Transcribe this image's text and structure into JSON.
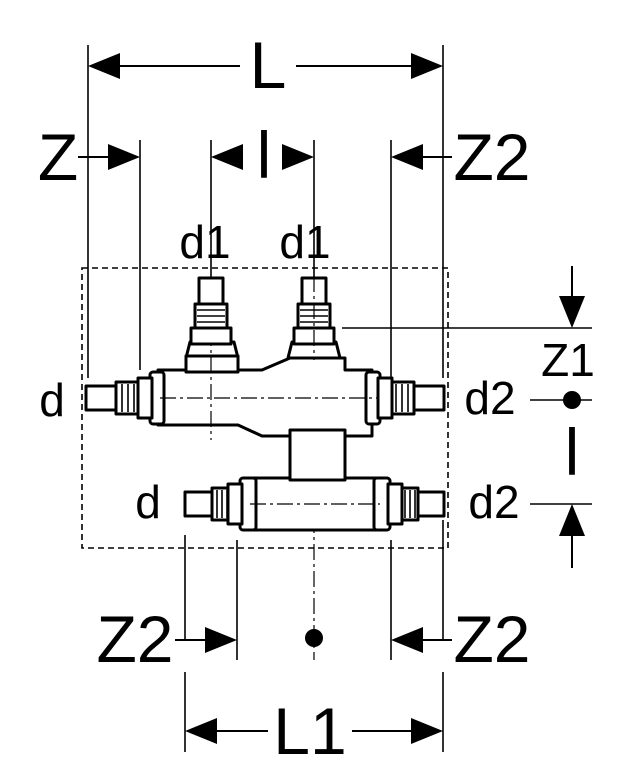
{
  "labels": {
    "L": "L",
    "Z": "Z",
    "l": "l",
    "Z2": "Z2",
    "d1": "d1",
    "d": "d",
    "d2": "d2",
    "Z1": "Z1",
    "L1": "L1"
  }
}
